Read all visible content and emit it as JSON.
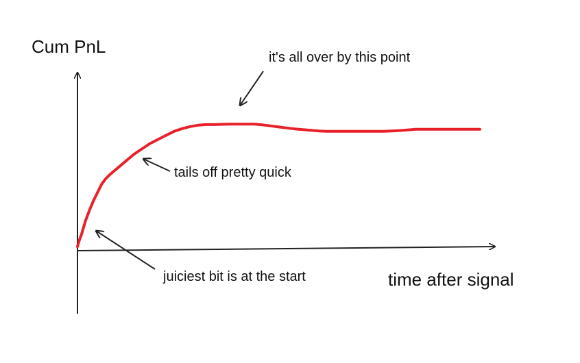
{
  "chart_data": {
    "type": "line",
    "title": "",
    "xlabel": "time after signal",
    "ylabel": "Cum PnL",
    "grid": false,
    "legend": "none",
    "xlim": [
      0,
      100
    ],
    "ylim": [
      0,
      100
    ],
    "series": [
      {
        "color": "#e8202a",
        "x": [
          0,
          0.5,
          1,
          2,
          3,
          4,
          5,
          6,
          7,
          8,
          10,
          12,
          14,
          16,
          18,
          20,
          22,
          24,
          26,
          28,
          30,
          32,
          34,
          36,
          38,
          40,
          42,
          44,
          46,
          48,
          50,
          52,
          54,
          56,
          58,
          60,
          62,
          64,
          66,
          68,
          70,
          72,
          74,
          76,
          78,
          80,
          82,
          84,
          86,
          88,
          90,
          92,
          94,
          96,
          98,
          100
        ],
        "y": [
          3,
          8,
          12,
          22,
          30,
          37,
          43,
          49,
          53,
          56,
          61,
          66,
          71,
          75,
          79,
          82,
          85,
          88,
          90,
          91.5,
          92.5,
          93,
          93,
          93.2,
          93.3,
          93.3,
          93.3,
          93.3,
          92.8,
          92,
          91.2,
          90.5,
          89.8,
          89.3,
          88.8,
          88.3,
          88,
          88,
          88,
          88,
          88,
          88,
          88,
          88,
          88.3,
          88.6,
          89,
          89.5,
          89.5,
          89.5,
          89.5,
          89.5,
          89.5,
          89.5,
          89.5,
          89.5
        ]
      }
    ],
    "annotations": [
      {
        "text": "it's all over by this point",
        "x": 39,
        "y": 93.5
      },
      {
        "text": "tails off pretty quick",
        "x": 16,
        "y": 75
      },
      {
        "text": "juiciest bit is at the start",
        "x": 4,
        "y": 20
      }
    ]
  }
}
